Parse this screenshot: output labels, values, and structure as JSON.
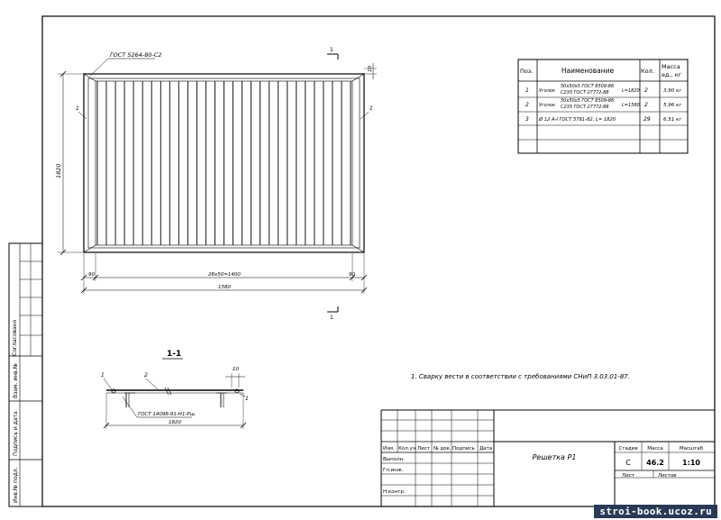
{
  "drawing": {
    "gost_top": "ГОСТ 5264-80-С2",
    "section_mark": "1",
    "dims": {
      "top_right": "10",
      "height": "1820",
      "left_end": "90",
      "right_end": "90",
      "span": "28х50=1400",
      "total": "1580"
    },
    "side_mark": "1",
    "section": {
      "title": "1-1",
      "mark_1": "1",
      "mark_2": "2",
      "dim_10": "10",
      "gost": "ГОСТ 14098-91-Н1-Рщ",
      "length": "1820"
    }
  },
  "spec_table": {
    "headers": {
      "pos": "Поз.",
      "name": "Наименование",
      "qty": "Кол.",
      "mass": "Масса ед., кг"
    },
    "rows": [
      {
        "pos": "1",
        "prefix": "Уголок",
        "line1": "50х50х5 ГОСТ 8509-86",
        "line2": "С235 ГОСТ 27772-88",
        "length": "L=1820",
        "qty": "2",
        "mass": "3,90 кг"
      },
      {
        "pos": "2",
        "prefix": "Уголок",
        "line1": "50х50х5 ГОСТ 8509-86",
        "line2": "С235 ГОСТ 27772-88",
        "length": "L=1580",
        "qty": "2",
        "mass": "5,96 кг"
      },
      {
        "pos": "3",
        "name": "Ø 12  А-I ГОСТ 5781-82, L= 1820",
        "qty": "29",
        "mass": "6,51 кг"
      }
    ]
  },
  "note": "1. Сварку вести в соответствии с требованиями СНиП 3.03.01-87.",
  "left_strip": {
    "agreed": "Согласовано",
    "inv_replace": "Взам. инв.№",
    "sign_date": "Подпись и дата",
    "inv_orig": "Инв.№ подл."
  },
  "title_block": {
    "cols": {
      "izm": "Изм.",
      "kol": "Кол.уч.",
      "list": "Лист",
      "doc": "№ док.",
      "sign": "Подпись",
      "date": "Дата"
    },
    "rows": {
      "executed": "Выполн.",
      "checked": "Гл.инж.",
      "norm": "Н.контр."
    },
    "title": "Решетка Р1",
    "stage_label": "Стадия",
    "mass_label": "Масса",
    "scale_label": "Масштаб",
    "stage": "С",
    "mass": "46.2",
    "scale": "1:10",
    "sheet_label": "Лист",
    "sheets_label": "Листов"
  },
  "watermark": "stroi-book.ucoz.ru"
}
